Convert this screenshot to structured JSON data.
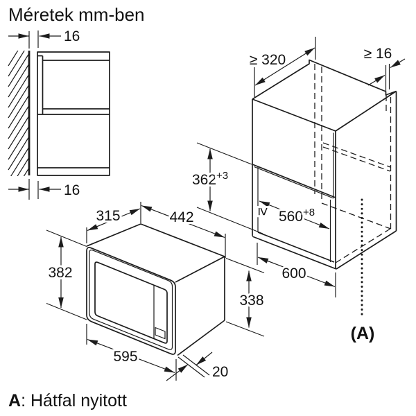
{
  "title": "Méretek mm-ben",
  "footer": {
    "bold": "A",
    "rest": ": Hátfal nyitott"
  },
  "side_view": {
    "wall_gap_top": "16",
    "wall_gap_bottom": "16"
  },
  "cabinet": {
    "min_depth": "≥ 320",
    "min_back_clearance": "≥ 16",
    "niche_height": "362",
    "niche_height_tol": "+3",
    "niche_width_geq": "≥",
    "niche_width": "560",
    "niche_width_tol": "+8",
    "outer_width": "600",
    "back_label": "(A)"
  },
  "microwave": {
    "body_depth": "315",
    "body_width": "442",
    "front_height": "382",
    "body_height": "338",
    "front_width": "595",
    "frame_overhang": "20"
  },
  "colors": {
    "line": "#1c1c1c",
    "background": "#ffffff"
  }
}
